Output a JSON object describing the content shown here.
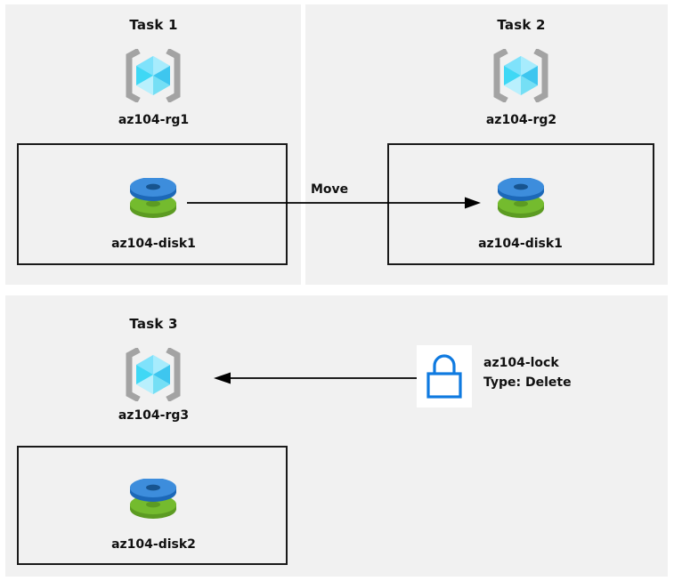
{
  "diagram": {
    "background_color": "#ffffff",
    "panel_color": "#f1f1f1",
    "box_border_color": "#1a1a1a",
    "text_color": "#111111"
  },
  "panels": [
    {
      "id": "task1",
      "title": "Task 1"
    },
    {
      "id": "task2",
      "title": "Task 2"
    },
    {
      "id": "task3",
      "title": "Task 3"
    }
  ],
  "resource_groups": [
    {
      "icon": "resource-group-cube-icon",
      "label": "az104-rg1",
      "color": "#50e6ff"
    },
    {
      "icon": "resource-group-cube-icon",
      "label": "az104-rg2",
      "color": "#50e6ff"
    },
    {
      "icon": "resource-group-cube-icon",
      "label": "az104-rg3",
      "color": "#50e6ff"
    }
  ],
  "disks": [
    {
      "icon": "managed-disk-icon",
      "label": "az104-disk1",
      "top_color": "#3d8ddc",
      "bottom_color": "#74bb2e"
    },
    {
      "icon": "managed-disk-icon",
      "label": "az104-disk1",
      "top_color": "#3d8ddc",
      "bottom_color": "#74bb2e"
    },
    {
      "icon": "managed-disk-icon",
      "label": "az104-disk2",
      "top_color": "#3d8ddc",
      "bottom_color": "#74bb2e"
    }
  ],
  "arrows": {
    "move": {
      "label": "Move",
      "direction": "right"
    },
    "lock": {
      "label": "",
      "direction": "left"
    }
  },
  "lock": {
    "icon": "padlock-icon",
    "icon_color": "#0f7ae0",
    "name": "az104-lock",
    "type_line": "Type: Delete",
    "card_background": "#ffffff"
  }
}
